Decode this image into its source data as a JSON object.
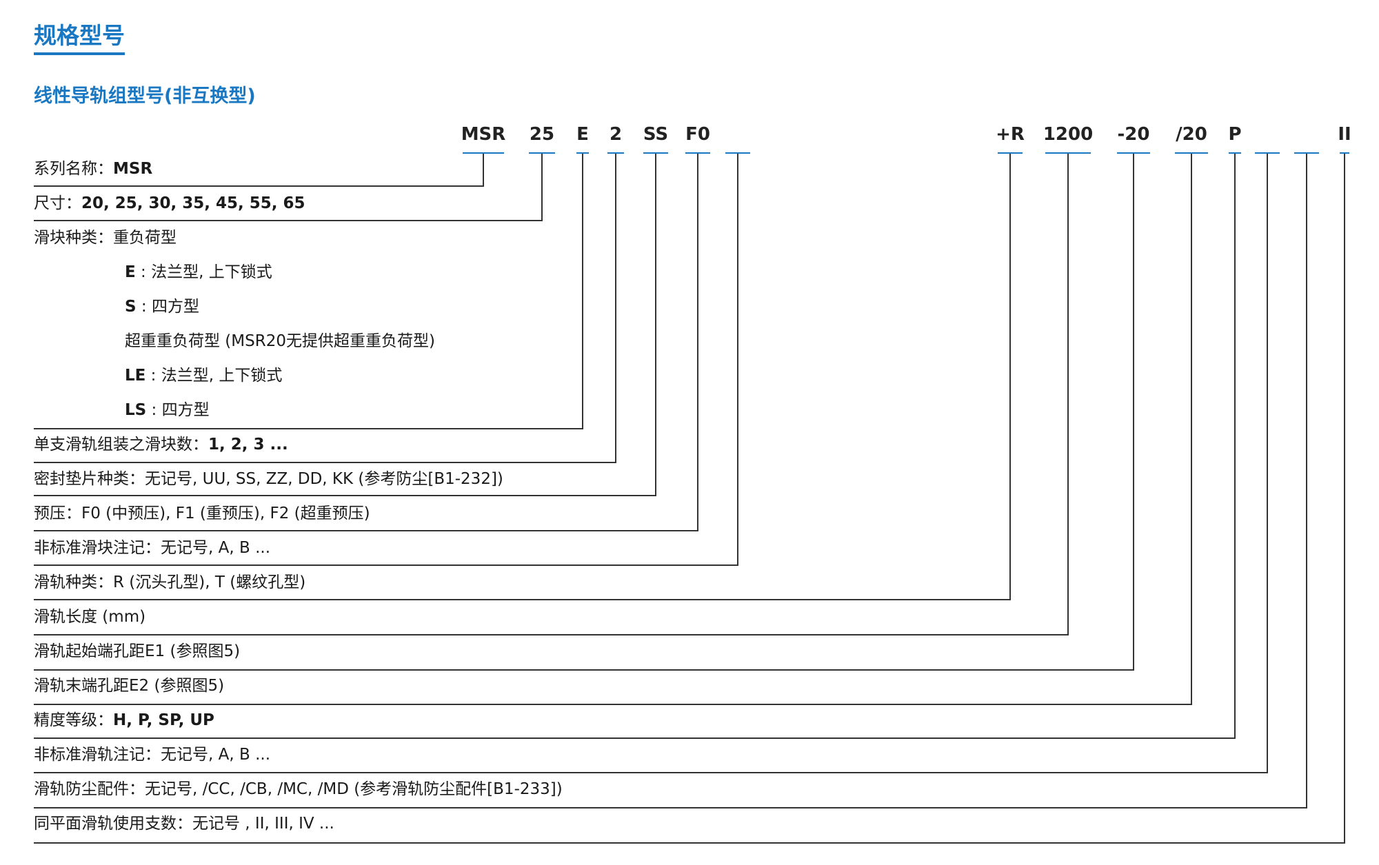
{
  "title": "规格型号",
  "subtitle": "线性导轨组型号(非互换型)",
  "codes": [
    {
      "text": "MSR"
    },
    {
      "text": "25"
    },
    {
      "text": "E"
    },
    {
      "text": "2"
    },
    {
      "text": "SS"
    },
    {
      "text": "F0"
    },
    {
      "text": ""
    },
    {
      "text": "+R"
    },
    {
      "text": "1200"
    },
    {
      "text": "-20"
    },
    {
      "text": "/20"
    },
    {
      "text": "P"
    },
    {
      "text": ""
    },
    {
      "text": ""
    },
    {
      "text": "II"
    }
  ],
  "rows": [
    {
      "label": "系列名称：",
      "value": "MSR"
    },
    {
      "label": "尺寸：",
      "value": "20, 25, 30, 35, 45, 55, 65"
    },
    {
      "label": "滑块种类：",
      "value": "重负荷型"
    },
    {
      "label": "E",
      "value": " : 法兰型, 上下锁式"
    },
    {
      "label": "S",
      "value": " : 四方型"
    },
    {
      "label": "超重重负荷型",
      "value": " (MSR20无提供超重重负荷型)"
    },
    {
      "label": "LE",
      "value": " : 法兰型, 上下锁式"
    },
    {
      "label": "LS",
      "value": " : 四方型"
    },
    {
      "label": "单支滑轨组装之滑块数：",
      "value": "1, 2, 3 ..."
    },
    {
      "label": "密封垫片种类：",
      "value": "无记号, UU, SS, ZZ, DD, KK (参考防尘[B1-232])"
    },
    {
      "label": "预压：",
      "value": "F0 (中预压),  F1 (重预压),  F2 (超重预压)"
    },
    {
      "label": "非标准滑块注记：",
      "value": "无记号, A, B ..."
    },
    {
      "label": "滑轨种类：",
      "value": "R (沉头孔型), T (螺纹孔型)"
    },
    {
      "label": "滑轨长度",
      "value": " (mm)"
    },
    {
      "label": "滑轨起始端孔距",
      "value": "E1 (参照图5)"
    },
    {
      "label": "滑轨末端孔距",
      "value": "E2 (参照图5)"
    },
    {
      "label": "精度等级：",
      "value": "H, P, SP, UP"
    },
    {
      "label": "非标准滑轨注记：",
      "value": "无记号, A, B ..."
    },
    {
      "label": "滑轨防尘配件：",
      "value": "无记号, /CC, /CB, /MC, /MD (参考滑轨防尘配件[B1-233])"
    },
    {
      "label": "同平面滑轨使用支数：",
      "value": "无记号 , II, III, IV ..."
    }
  ]
}
